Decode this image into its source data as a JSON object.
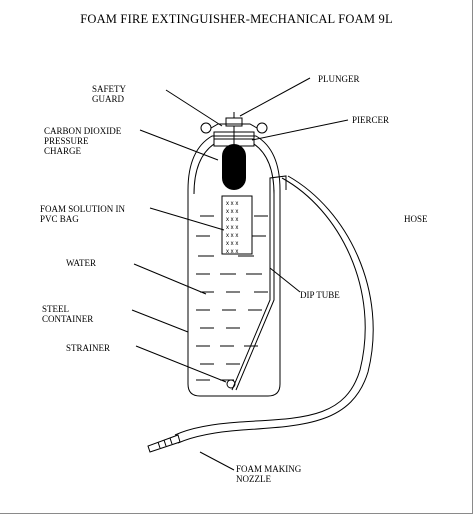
{
  "title": "FOAM FIRE EXTINGUISHER-MECHANICAL FOAM 9L",
  "labels": {
    "safety_guard": [
      "SAFETY",
      "GUARD"
    ],
    "plunger": [
      "PLUNGER"
    ],
    "piercer": [
      "PIERCER"
    ],
    "co2_charge": [
      "CARBON DIOXIDE",
      "PRESSURE",
      "CHARGE"
    ],
    "foam_solution": [
      "FOAM SOLUTION IN",
      "PVC BAG"
    ],
    "hose": [
      "HOSE"
    ],
    "water": [
      "WATER"
    ],
    "dip_tube": [
      "DIP TUBE"
    ],
    "steel_container": [
      "STEEL",
      "CONTAINER"
    ],
    "strainer": [
      "STRAINER"
    ],
    "nozzle": [
      "FOAM MAKING",
      "NOZZLE"
    ]
  }
}
